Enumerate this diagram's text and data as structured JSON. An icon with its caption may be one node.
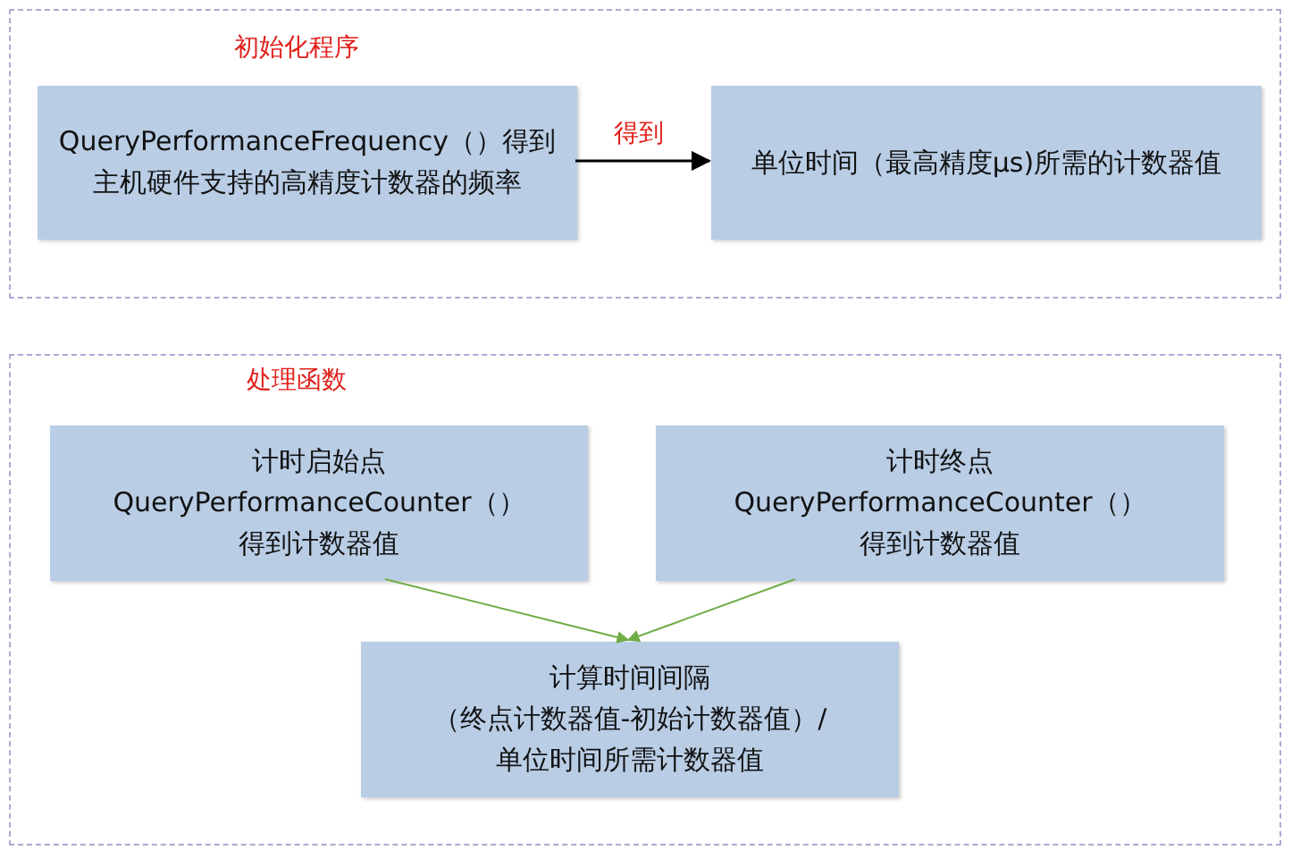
{
  "diagram": {
    "nodes": [
      {
        "text": [
          "初始化程序"
        ]
      },
      {
        "text": [
          "QueryPerformanceFrequency（）得到主机硬件支持的高精度计数器的频率"
        ],
        "in": 0
      },
      {
        "text": [
          "单位时间（最高精度μs)所需的计数器值"
        ],
        "in": 0
      },
      {
        "text": [
          "处理函数"
        ]
      },
      {
        "text": [
          "计时启始点",
          "QueryPerformanceCounter（）",
          "得到计数器值"
        ],
        "in": 3
      },
      {
        "text": [
          "计时终点",
          "QueryPerformanceCounter（）",
          "得到计数器值"
        ],
        "in": 3
      },
      {
        "text": [
          "计算时间间隔",
          "（终点计数器值-初始计数器值）/",
          "单位时间所需计数器值"
        ],
        "in": 3
      }
    ],
    "edges": [
      {
        "from": 1,
        "to": 2,
        "arrow": "to",
        "label": "得到",
        "color": "#000000"
      },
      {
        "from": 4,
        "to": 6,
        "arrow": "to",
        "color": "#70ad47"
      },
      {
        "from": 5,
        "to": 6,
        "arrow": "to",
        "color": "#70ad47"
      }
    ]
  }
}
